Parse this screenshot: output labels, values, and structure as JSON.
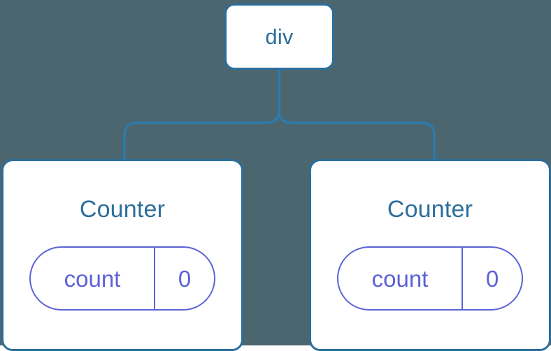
{
  "diagram": {
    "type": "component-tree",
    "background_color": "#4C6670",
    "node_border_color": "#2C6E9B",
    "node_fill_color": "#FFFFFF",
    "edge_color": "#2C7BAD",
    "state_color": "#5C62D6",
    "root": {
      "label": "div"
    },
    "children": [
      {
        "label": "Counter",
        "state": {
          "key": "count",
          "value": "0"
        }
      },
      {
        "label": "Counter",
        "state": {
          "key": "count",
          "value": "0"
        }
      }
    ]
  }
}
